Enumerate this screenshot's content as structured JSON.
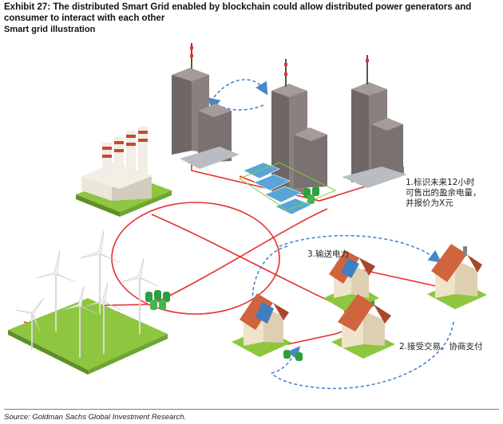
{
  "header": {
    "title": "Exhibit 27: The distributed Smart Grid enabled by blockchain could allow distributed power generators and consumer to interact with each other",
    "subtitle": "Smart grid illustration"
  },
  "annotations": {
    "step1_line1": "1.标识未来12小时",
    "step1_line2": "可售出的盈余电量，",
    "step1_line3": "并报价为X元",
    "step2": "2.接受交易，协商支付",
    "step3": "3.输送电力"
  },
  "footer": {
    "source": "Source: Goldman Sachs Global Investment Research."
  },
  "colors": {
    "grid_line": "#e63030",
    "flow_arrow": "#4a86c8",
    "building": "#6e6766",
    "roof": "#d0643c",
    "ground": "#8ec63f",
    "battery": "#2f9e3f"
  }
}
